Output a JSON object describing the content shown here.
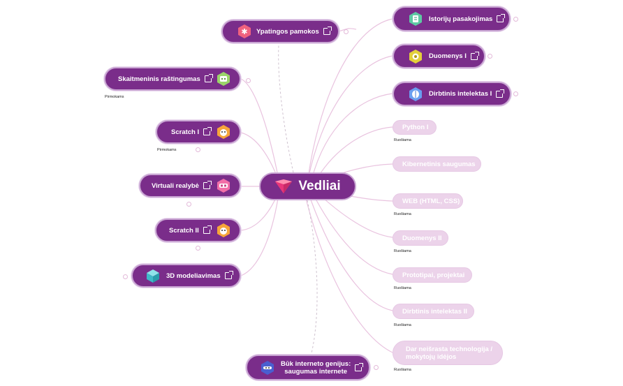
{
  "center": {
    "title": "Vedliai"
  },
  "nodes": {
    "ypatingos": "Ypatingos pamokos",
    "skaitmeninis": "Skaitmeninis raštingumas",
    "scratch1": "Scratch I",
    "vr": "Virtuali realybė",
    "scratch2": "Scratch II",
    "modeliavimas": "3D modeliavimas",
    "genijus_line1": "Būk interneto genijus:",
    "genijus_line2": "saugumas internete",
    "istoriju": "Istorijų pasakojimas",
    "duomenys1": "Duomenys I",
    "di1": "Dirbtinis intelektas I",
    "python": "Python I",
    "kibernetinis": "Kibernetinis saugumas",
    "web": "WEB (HTML, CSS)",
    "duomenys2": "Duomenys II",
    "prototipai": "Prototipai, projektai",
    "di2": "Dirbtinis intelektas II",
    "dar_line1": "Dar neišrasta technologija /",
    "dar_line2": "mokytojų idėjos"
  },
  "tags": {
    "pirmokams": "Pirmokams",
    "ruosiama": "Ruošiama"
  },
  "colors": {
    "node": "#7a2d8a",
    "node_border": "#c9a6d3",
    "soon": "#ecd3ea",
    "link": "#e3b9d9"
  }
}
